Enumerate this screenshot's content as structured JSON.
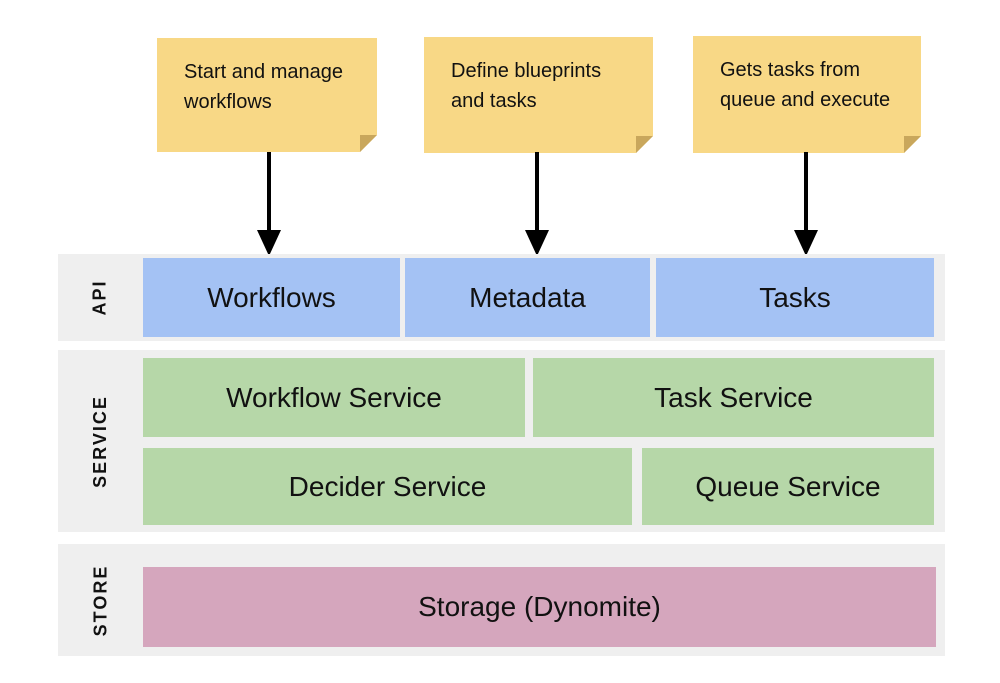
{
  "notes": [
    {
      "text": "Start and manage\nworkflows"
    },
    {
      "text": "Define blueprints\nand tasks"
    },
    {
      "text": "Gets tasks from\nqueue and execute"
    }
  ],
  "layers": {
    "api": {
      "label": "API",
      "boxes": [
        {
          "label": "Workflows"
        },
        {
          "label": "Metadata"
        },
        {
          "label": "Tasks"
        }
      ]
    },
    "service": {
      "label": "SERVICE",
      "boxes": [
        {
          "label": "Workflow Service"
        },
        {
          "label": "Task Service"
        },
        {
          "label": "Decider Service"
        },
        {
          "label": "Queue Service"
        }
      ]
    },
    "store": {
      "label": "STORE",
      "boxes": [
        {
          "label": "Storage (Dynomite)"
        }
      ]
    }
  },
  "colors": {
    "note_fill": "#F8D886",
    "note_fold": "#C9A75C",
    "band_bg": "#EFEFEF",
    "api_box": "#A4C2F4",
    "service_box": "#B6D7A8",
    "store_box": "#D5A6BD",
    "arrow": "#000000",
    "text": "#111111",
    "background": "#FFFFFF"
  }
}
